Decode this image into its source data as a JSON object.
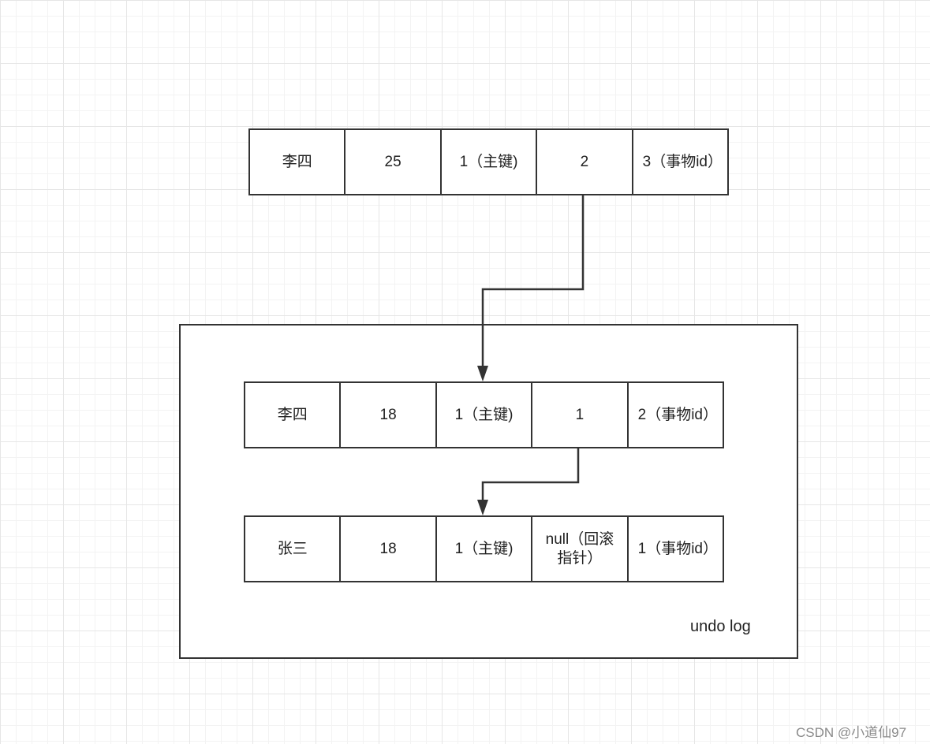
{
  "current_record": {
    "cells": [
      "李四",
      "25",
      "1（主键)",
      "2",
      "3（事物id）"
    ]
  },
  "undo_log": {
    "label": "undo log",
    "records": [
      {
        "cells": [
          "李四",
          "18",
          "1（主键)",
          "1",
          "2（事物id）"
        ]
      },
      {
        "cells": [
          "张三",
          "18",
          "1（主键)",
          "null（回滚指针）",
          "1（事物id）"
        ]
      }
    ]
  },
  "watermark": "CSDN @小道仙97",
  "colors": {
    "stroke": "#333333",
    "grid_major": "#e6e6e6",
    "grid_minor": "#f3f3f3"
  }
}
